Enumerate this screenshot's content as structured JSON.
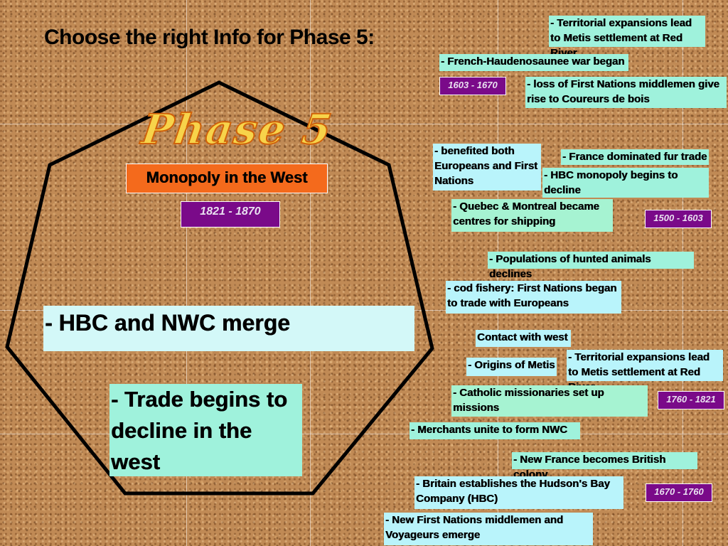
{
  "slide": {
    "title": "Choose the right Info for Phase 5:",
    "phase_logo": "Phase 5",
    "phase_name": "Monopoly in the West",
    "phase_dates": "1821 - 1870",
    "selected_cards": [
      "- HBC and NWC merge",
      "- Trade begins to decline in the west"
    ]
  },
  "cards": [
    "- Territorial expansions lead to Metis settlement at Red River",
    "- French-Haudenosaunee war began",
    "1603 - 1670",
    "- loss of First Nations middlemen give rise to Coureurs de bois",
    "- benefited both Europeans and First Nations",
    "- France dominated fur trade",
    "- HBC monopoly begins to decline",
    "- Quebec & Montreal became centres for shipping",
    "1500 - 1603",
    "- Populations of hunted animals declines",
    "- cod fishery: First Nations began to trade with Europeans",
    "Contact with west",
    "- Origins of Metis",
    "- Territorial expansions lead to Metis settlement at Red River",
    "- Catholic missionaries set up missions",
    "1760 - 1821",
    "- Merchants unite to form NWC",
    "- New France becomes British colony",
    "- Britain establishes the Hudson's Bay Company (HBC)",
    "1670 - 1760",
    "- New First Nations middlemen and Voyageurs emerge"
  ],
  "colors": {
    "heptagon_stroke": "#000000",
    "phase_name_bg": "#f46a1c",
    "date_bg": "#7a0a89"
  }
}
